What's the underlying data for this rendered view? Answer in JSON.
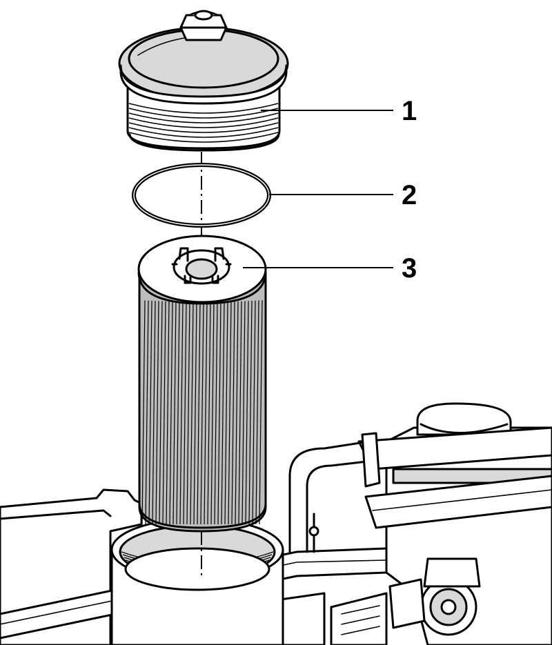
{
  "callouts": [
    {
      "id": "1",
      "label": "1",
      "part": "filter-housing-cap"
    },
    {
      "id": "2",
      "label": "2",
      "part": "o-ring-seal"
    },
    {
      "id": "3",
      "label": "3",
      "part": "filter-element"
    }
  ],
  "colors": {
    "ink": "#000000",
    "paper": "#ffffff",
    "shade": "#bdbdbd",
    "light_shade": "#d9d9d9"
  }
}
